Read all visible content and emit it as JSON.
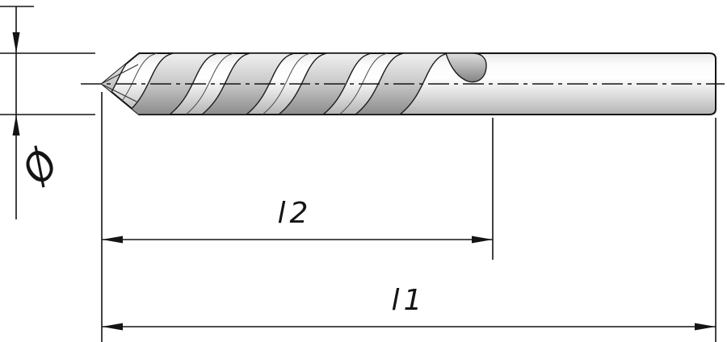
{
  "drawing": {
    "background": "#ffffff",
    "line_color": "#141414",
    "metal_colors": {
      "light": "#ffffff",
      "mid": "#d9d9d9",
      "dark": "#9a9a9a"
    },
    "labels": {
      "diameter_symbol": "Ø",
      "flute_length": "l2",
      "overall_length": "l1"
    }
  }
}
